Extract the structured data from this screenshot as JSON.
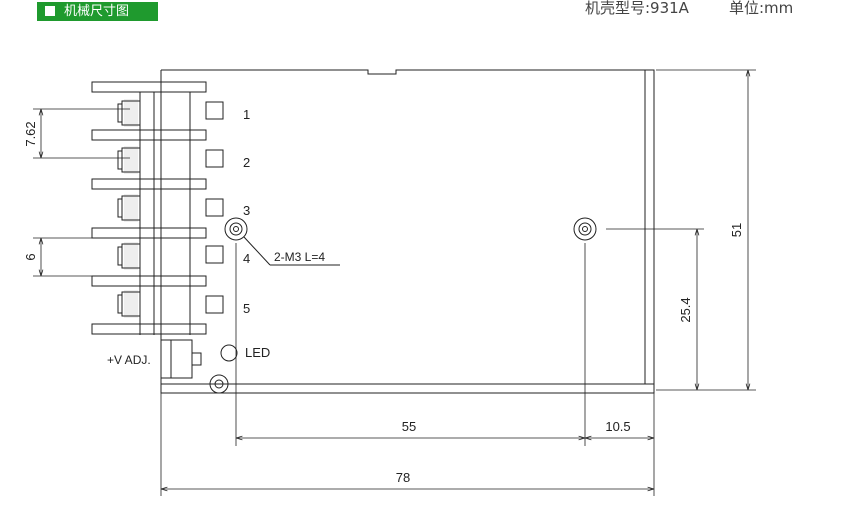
{
  "header": {
    "section_title": "机械尺寸图",
    "model_label": "机壳型号:931A",
    "unit_label": "单位:mm"
  },
  "terminals": [
    "1",
    "2",
    "3",
    "4",
    "5"
  ],
  "labels": {
    "mount_hole": "2-M3 L=4",
    "vadj": "+V ADJ.",
    "led": "LED"
  },
  "dimensions": {
    "pitch": "7.62",
    "clearance": "6",
    "height_total": "51",
    "hole_height": "25.4",
    "hole_spacing": "55",
    "hole_edge": "10.5",
    "width_total": "78"
  },
  "colors": {
    "badge": "#1f9a2e",
    "line": "#222222"
  }
}
